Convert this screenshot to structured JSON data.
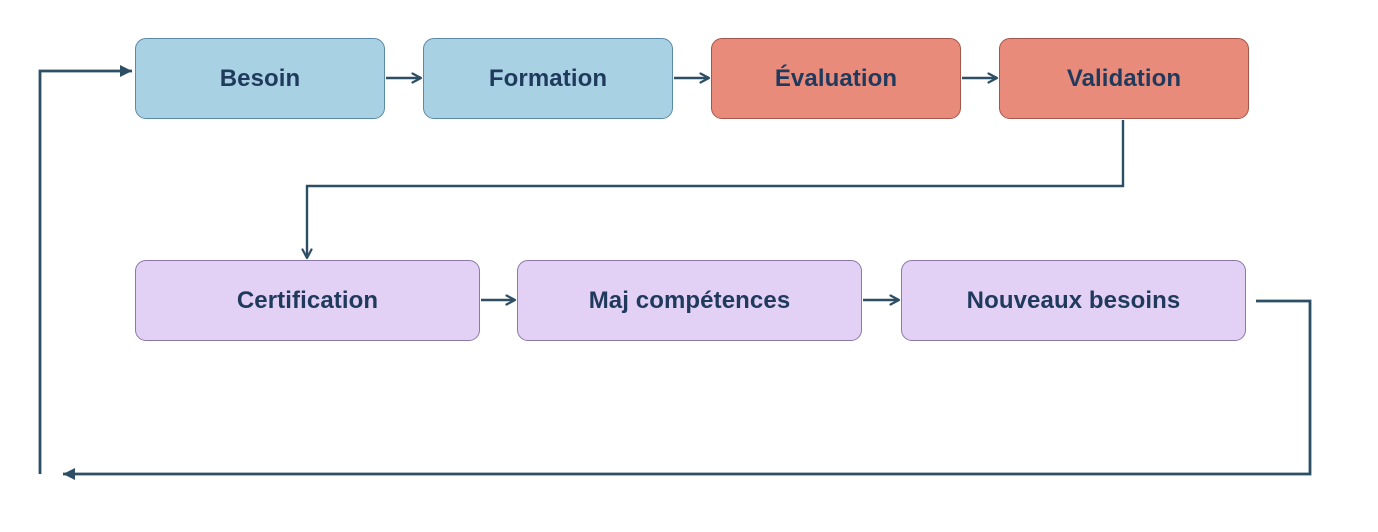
{
  "colors": {
    "blue": "#a8d1e3",
    "blue_border": "#5b89a8",
    "red": "#e98b7a",
    "red_border": "#a5564a",
    "purple": "#e2d1f4",
    "purple_border": "#8a78a8",
    "text": "#1f3a5c",
    "connector": "#2c4f66"
  },
  "nodes": [
    {
      "id": "besoin",
      "label": "Besoin",
      "color": "blue"
    },
    {
      "id": "formation",
      "label": "Formation",
      "color": "blue"
    },
    {
      "id": "evaluation",
      "label": "Évaluation",
      "color": "red"
    },
    {
      "id": "validation",
      "label": "Validation",
      "color": "red"
    },
    {
      "id": "certification",
      "label": "Certification",
      "color": "purple"
    },
    {
      "id": "maj",
      "label": "Maj compétences",
      "color": "purple"
    },
    {
      "id": "nouveaux",
      "label": "Nouveaux besoins",
      "color": "purple"
    }
  ],
  "edges": [
    {
      "from": "besoin",
      "to": "formation"
    },
    {
      "from": "formation",
      "to": "evaluation"
    },
    {
      "from": "evaluation",
      "to": "validation"
    },
    {
      "from": "validation",
      "to": "certification"
    },
    {
      "from": "certification",
      "to": "maj"
    },
    {
      "from": "maj",
      "to": "nouveaux"
    },
    {
      "from": "nouveaux",
      "to": "besoin"
    }
  ]
}
